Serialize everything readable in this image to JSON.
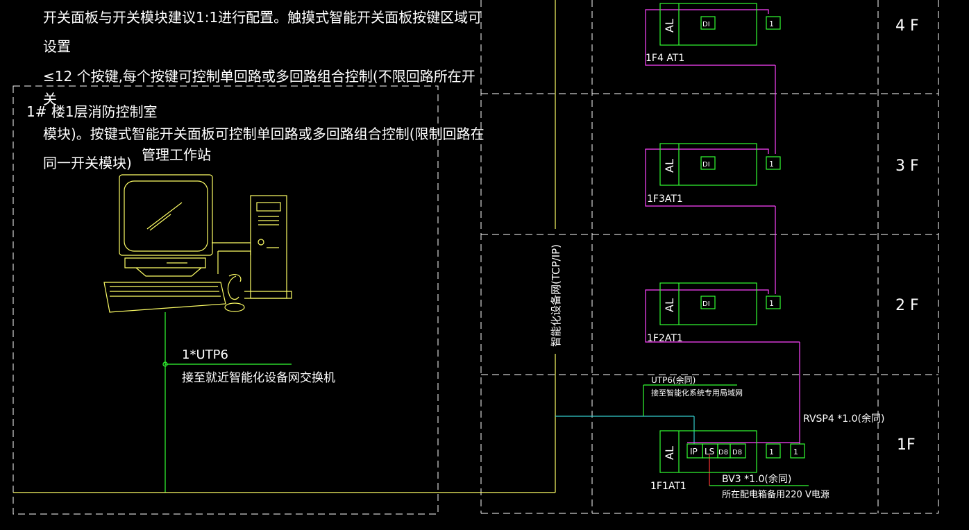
{
  "notes": {
    "line1": "开关面板与开关模块建议1:1进行配置。触摸式智能开关面板按键区域可",
    "line2": "设置",
    "line3": "≤12 个按键,每个按键可控制单回路或多回路组合控制(不限回路所在开",
    "line4": "关",
    "line5": "模块)。按键式智能开关面板可控制单回路或多回路组合控制(限制回路在",
    "line6": "同一开关模块)"
  },
  "control_room": {
    "title": "1# 楼1层消防控制室",
    "subtitle": "管理工作站",
    "cable_spec": "1*UTP6",
    "cable_note": "接至就近智能化设备网交换机"
  },
  "network": {
    "label": "智能化设备网(TCP/IP)"
  },
  "floors": [
    {
      "label": "4 F",
      "panel_id": "1F4 AT1",
      "al": "AL",
      "module_a": "DI",
      "module_b": "1"
    },
    {
      "label": "3 F",
      "panel_id": "1F3AT1",
      "al": "AL",
      "module_a": "DI",
      "module_b": "1"
    },
    {
      "label": "2 F",
      "panel_id": "1F2AT1",
      "al": "AL",
      "module_a": "DI",
      "module_b": "1"
    },
    {
      "label": "1F",
      "panel_id": "1F1AT1",
      "al": "AL",
      "module_ip": "IP",
      "module_ls": "LS",
      "module_d8a": "D8",
      "module_d8b": "D8",
      "module_b": "1",
      "module_c": "1"
    }
  ],
  "ground": {
    "utp_spec": "UTP6(余同)",
    "utp_note": "接至智能化系统专用局域网",
    "rvsp_spec": "RVSP4 *1.0(余同)",
    "bv_spec": "BV3 *1.0(余同)",
    "bv_note": "所在配电箱备用220 V电源"
  },
  "colors": {
    "background": "#000000",
    "text": "#ffffff",
    "workstation": "#ffff66",
    "cable_green": "#33ff33",
    "bus_magenta": "#ff44ff",
    "lan_cyan": "#33cccc",
    "power_red": "#ff3333",
    "grid_dash": "#ffffff"
  }
}
